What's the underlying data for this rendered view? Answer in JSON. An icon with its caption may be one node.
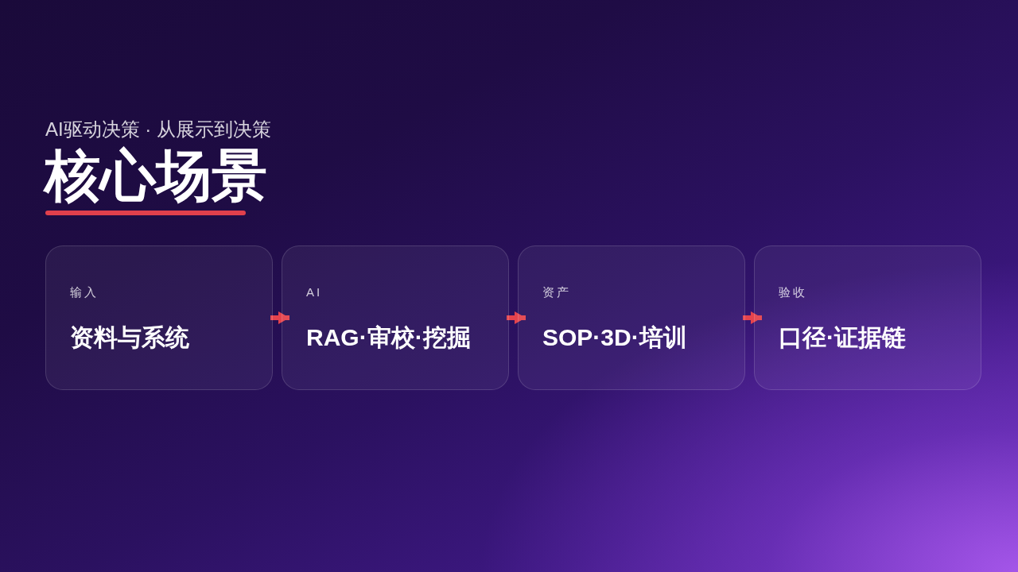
{
  "diagram": {
    "title": "核心场景",
    "nodes": [
      {
        "text": [
          "输入",
          "资料与系统"
        ]
      },
      {
        "text": [
          "AI",
          "RAG·审校·挖掘"
        ]
      },
      {
        "text": [
          "资产",
          "SOP·3D·培训"
        ]
      },
      {
        "text": [
          "验收",
          "口径·证据链"
        ]
      }
    ],
    "edges": [
      {
        "from": 0,
        "to": 1,
        "arrow": "to"
      },
      {
        "from": 1,
        "to": 2,
        "arrow": "to"
      },
      {
        "from": 2,
        "to": 3,
        "arrow": "to"
      }
    ],
    "labels": [
      "AI驱动决策 · 从展示到决策"
    ]
  }
}
